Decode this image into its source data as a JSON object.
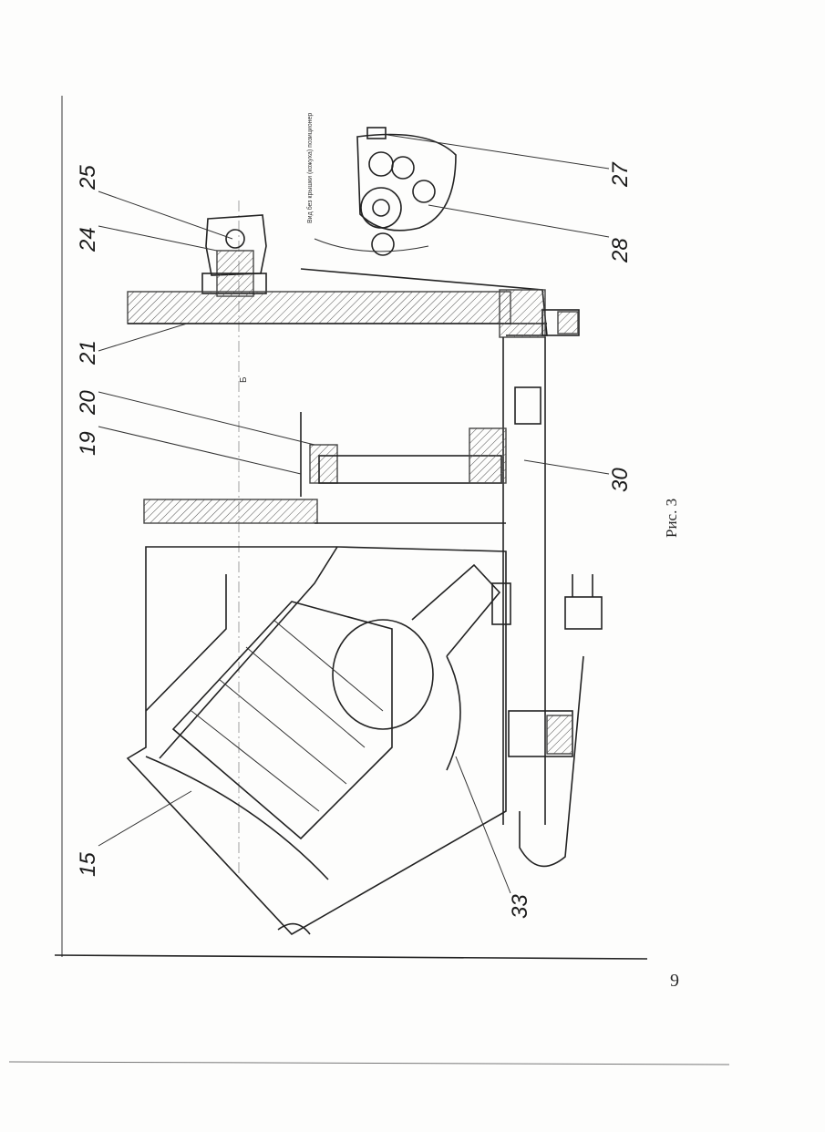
{
  "figure": {
    "caption": "Рис. 3",
    "page_number": "9",
    "scale_mark": "Б",
    "tiny_note": "Вид без крышки (кожуха) позиционер"
  },
  "callouts": [
    {
      "id": "25",
      "label": "25"
    },
    {
      "id": "24",
      "label": "24"
    },
    {
      "id": "21",
      "label": "21"
    },
    {
      "id": "20",
      "label": "20"
    },
    {
      "id": "19",
      "label": "19"
    },
    {
      "id": "15",
      "label": "15"
    },
    {
      "id": "27",
      "label": "27"
    },
    {
      "id": "28",
      "label": "28"
    },
    {
      "id": "30",
      "label": "30"
    },
    {
      "id": "33",
      "label": "33"
    }
  ],
  "colors": {
    "ink": "#222222",
    "paper": "#fdfdfc"
  }
}
